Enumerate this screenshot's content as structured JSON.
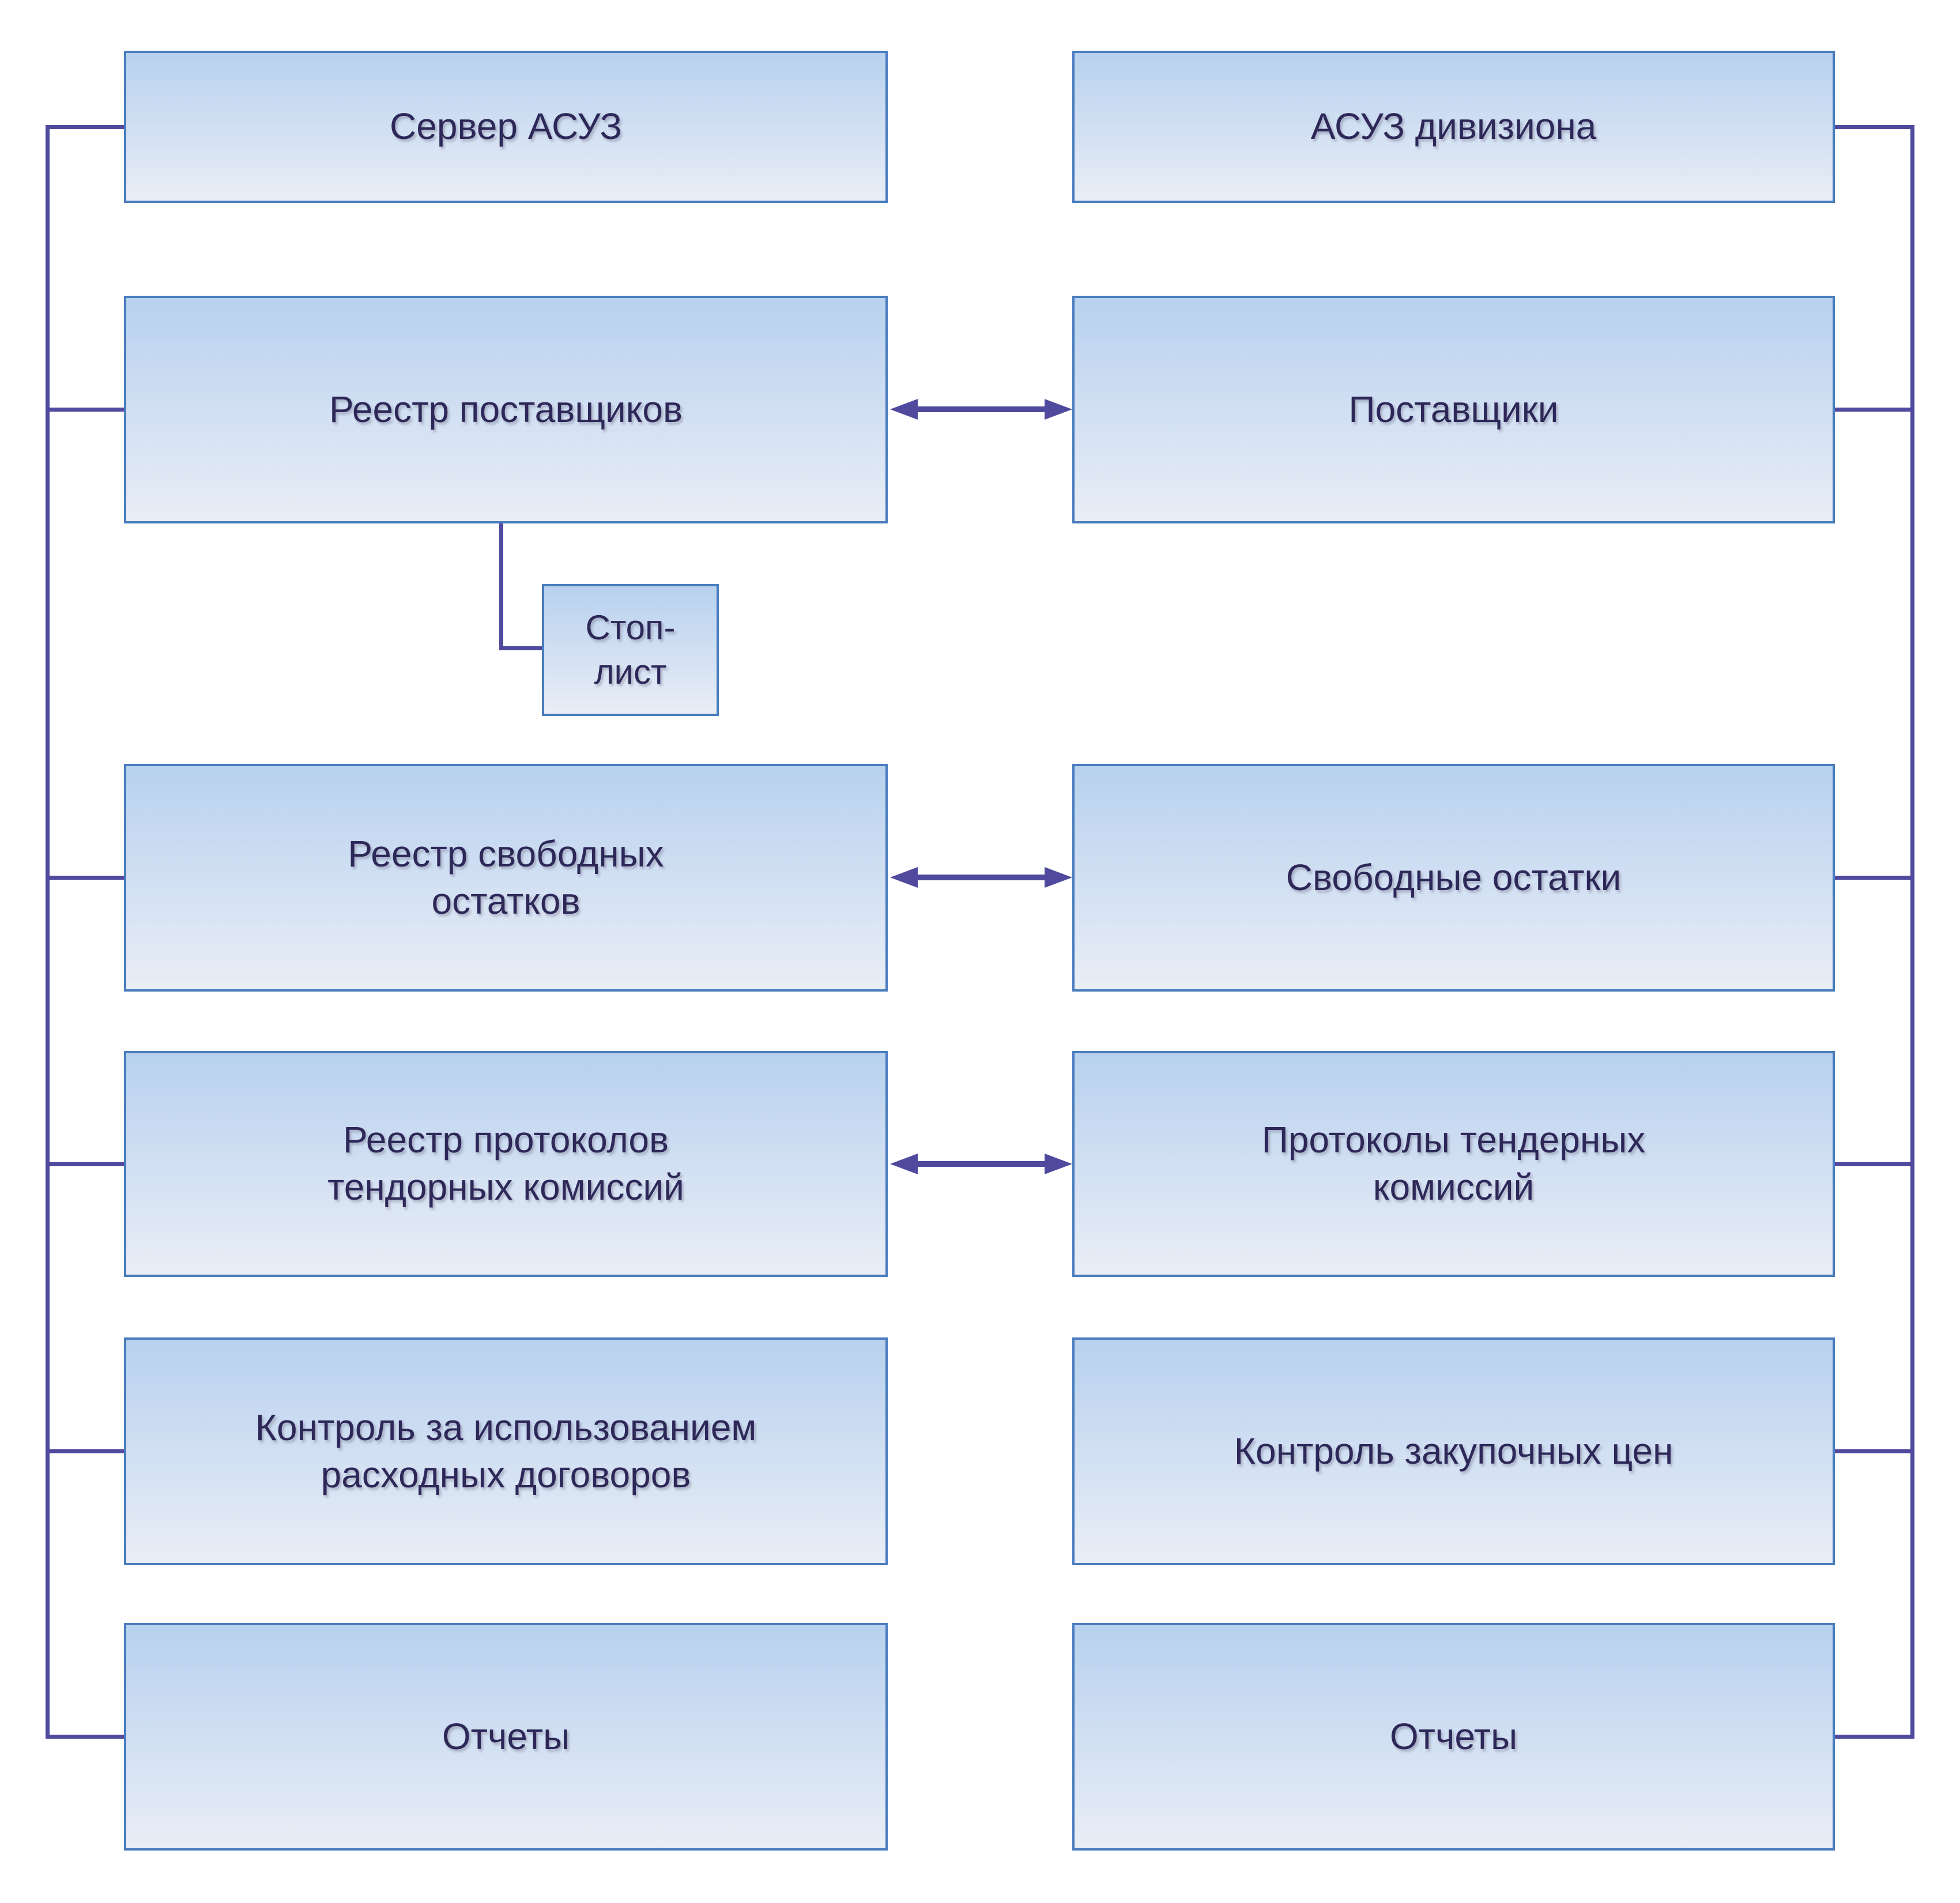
{
  "diagram": {
    "type": "block-diagram",
    "colors": {
      "box_border": "#4a7dbe",
      "box_gradient_top": "#b7d1ee",
      "box_gradient_mid": "#cdddf2",
      "box_gradient_bottom": "#e9eef6",
      "connector": "#4f4a9d",
      "text": "#2e2859",
      "background": "#ffffff"
    },
    "left_column": [
      {
        "id": "server-asuz",
        "label": "Сервер АСУЗ"
      },
      {
        "id": "reestr-postavshchikov",
        "label": "Реестр поставщиков"
      },
      {
        "id": "reestr-svobodnykh-ostatkov",
        "label": "Реестр свободных\nостатков"
      },
      {
        "id": "reestr-protokolov",
        "label": "Реестр протоколов\nтендорных комиссий"
      },
      {
        "id": "kontrol-raskhodnykh-dogovorov",
        "label": "Контроль за использованием\nрасходных договоров"
      },
      {
        "id": "otchety-left",
        "label": "Отчеты"
      }
    ],
    "right_column": [
      {
        "id": "asuz-diviziona",
        "label": "АСУЗ дивизиона"
      },
      {
        "id": "postavshchiki",
        "label": "Поставщики"
      },
      {
        "id": "svobodnye-ostatki",
        "label": "Свободные остатки"
      },
      {
        "id": "protokoly-tendernykh-komissiy",
        "label": "Протоколы тендерных\nкомиссий"
      },
      {
        "id": "kontrol-zakupochnykh-tsen",
        "label": "Контроль закупочных цен"
      },
      {
        "id": "otchety-right",
        "label": "Отчеты"
      }
    ],
    "sub_box": {
      "id": "stop-list",
      "label": "Стоп-лист",
      "parent": "Реестр поставщиков"
    },
    "links": [
      {
        "from": "Реестр поставщиков",
        "to": "Поставщики",
        "type": "bidirectional-arrow"
      },
      {
        "from": "Реестр свободных остатков",
        "to": "Свободные остатки",
        "type": "bidirectional-arrow"
      },
      {
        "from": "Реестр протоколов тендорных комиссий",
        "to": "Протоколы тендерных комиссий",
        "type": "bidirectional-arrow"
      },
      {
        "from": "Реестр поставщиков",
        "to": "Стоп-лист",
        "type": "elbow-line"
      },
      {
        "from": "Сервер АСУЗ",
        "to": "all-left-boxes",
        "type": "left-trunk-line"
      },
      {
        "from": "АСУЗ дивизиона",
        "to": "all-right-boxes",
        "type": "right-trunk-line"
      }
    ]
  }
}
